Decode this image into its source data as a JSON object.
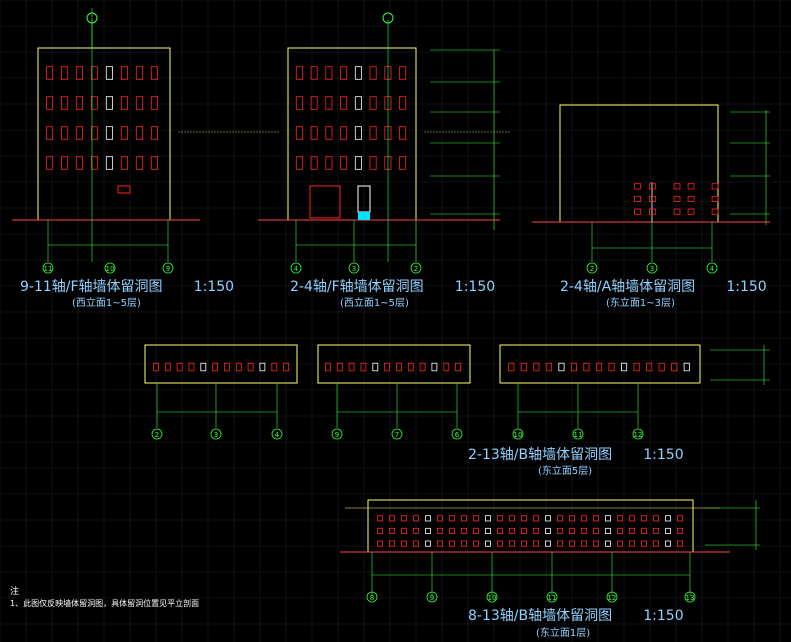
{
  "drawings": [
    {
      "title": "9-11轴/F轴墙体留洞图",
      "scale": "1:150",
      "subtitle": "(西立面1~5层)",
      "axes": [
        "11",
        "10",
        "9"
      ]
    },
    {
      "title": "2-4轴/F轴墙体留洞图",
      "scale": "1:150",
      "subtitle": "(西立面1~5层)",
      "axes": [
        "4",
        "3",
        "2"
      ]
    },
    {
      "title": "2-4轴/A轴墙体留洞图",
      "scale": "1:150",
      "subtitle": "(东立面1~3层)",
      "axes": [
        "2",
        "3",
        "4"
      ]
    },
    {
      "title": "2-13轴/B轴墙体留洞图",
      "scale": "1:150",
      "subtitle": "(东立面5层)",
      "axes": [
        "2",
        "3",
        "4",
        "9",
        "7",
        "6",
        "10",
        "11",
        "12"
      ]
    },
    {
      "title": "8-13轴/B轴墙体留洞图",
      "scale": "1:150",
      "subtitle": "(东立面1层)",
      "axes": [
        "8",
        "9",
        "10",
        "11",
        "12",
        "13"
      ]
    }
  ],
  "notes": {
    "heading": "注",
    "line1": "1、此图仅反映墙体留洞图，具体留洞位置见平立剖面"
  },
  "colors": {
    "background": "#000000",
    "grid": "#1a1f2e",
    "wall": "#ffff66",
    "dimension": "#33ff33",
    "hole": "#ff2222",
    "title": "#8fd1ff",
    "white": "#ffffff",
    "cyan": "#00e5ff"
  }
}
